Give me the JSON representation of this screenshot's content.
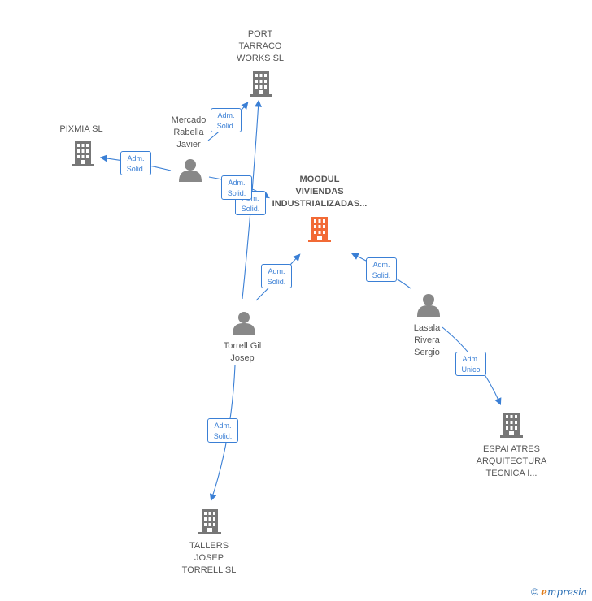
{
  "nodes": {
    "moodul": "MOODUL\nVIVIENDAS\nINDUSTRIALIZADAS...",
    "port_tarraco": "PORT\nTARRACO\nWORKS  SL",
    "pixmia": "PIXMIA SL",
    "mercado": "Mercado\nRabella\nJavier",
    "torrell": "Torrell Gil\nJosep",
    "lasala": "Lasala\nRivera\nSergio",
    "espai": "ESPAI ATRES\nARQUITECTURA\nTECNICA I...",
    "tallers": "TALLERS\nJOSEP\nTORRELL  SL"
  },
  "edges": {
    "mercado_port": "Adm.\nSolid.",
    "mercado_pixmia": "Adm.\nSolid.",
    "mercado_moodul": "Adm.\nSolid.",
    "torrell_port": "Adm.\nSolid.",
    "torrell_moodul": "Adm.\nSolid.",
    "lasala_moodul": "Adm.\nSolid.",
    "lasala_espai": "Adm.\nUnico",
    "torrell_tallers": "Adm.\nSolid."
  },
  "colors": {
    "edge": "#3a7fd5",
    "company": "#777777",
    "main_company": "#f26a35",
    "person": "#888888"
  },
  "footer": {
    "symbol": "©",
    "brand_first": "e",
    "brand_rest": "mpresia"
  }
}
